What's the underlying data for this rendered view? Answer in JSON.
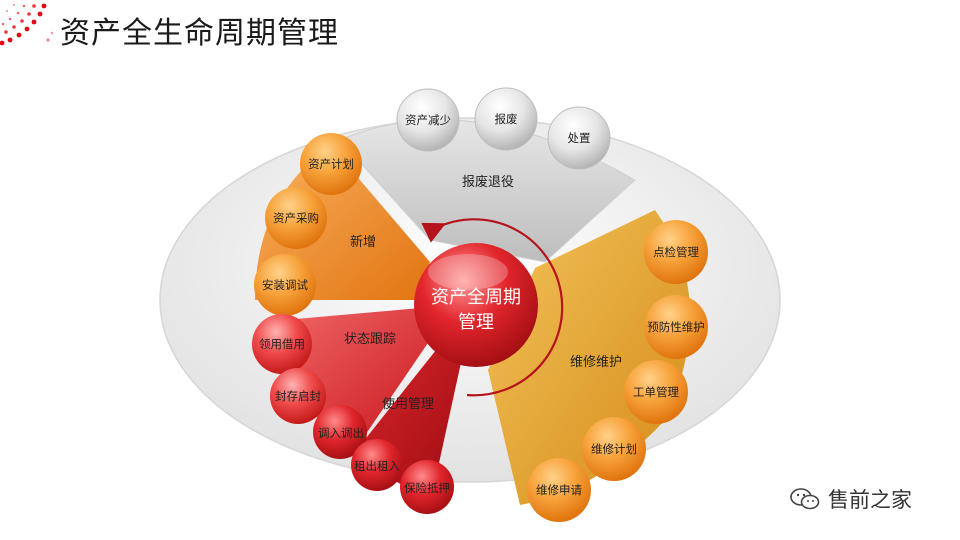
{
  "title": "资产全生命周期管理",
  "center": {
    "line1": "资产全周期",
    "line2": "管理"
  },
  "sections": {
    "retire": "报废退役",
    "new": "新增",
    "status": "状态跟踪",
    "use": "使用管理",
    "maintain": "维修维护"
  },
  "balls": {
    "reduce": "资产减少",
    "scrap": "报废",
    "dispose": "处置",
    "plan": "资产计划",
    "purchase": "资产采购",
    "install": "安装调试",
    "borrow": "领用借用",
    "seal": "封存启封",
    "transfer": "调入调出",
    "lease": "租出租入",
    "pledge": "保险抵押",
    "inspect": "点检管理",
    "preventive": "预防性维护",
    "workorder": "工单管理",
    "repairplan": "维修计划",
    "repairapply": "维修申请"
  },
  "watermark": "售前之家",
  "colors": {
    "grey": "#c8c8c8",
    "orange": "#f08a1e",
    "red": "#d9262c",
    "gold": "#e8a72a",
    "accent": "#e30613"
  }
}
